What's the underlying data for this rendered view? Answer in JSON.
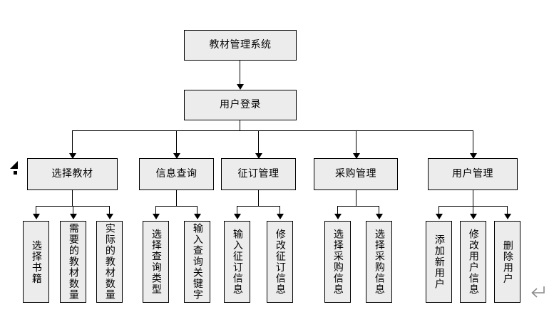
{
  "diagram": {
    "title": "教材管理系统",
    "type": "hierarchical-tree",
    "levels": 4,
    "colors": {
      "node_fill": "#ececec",
      "node_border": "#000000",
      "connector": "#000000",
      "background": "#ffffff",
      "return_symbol": "#8a8a8a"
    },
    "root": {
      "label": "教材管理系统",
      "name": "root-node"
    },
    "login": {
      "label": "用户登录",
      "name": "login-node"
    },
    "modules": [
      {
        "label": "选择教材",
        "name": "module-select-textbook"
      },
      {
        "label": "信息查询",
        "name": "module-information-query"
      },
      {
        "label": "征订管理",
        "name": "module-subscription-management"
      },
      {
        "label": "采购管理",
        "name": "module-procurement-management"
      },
      {
        "label": "用户管理",
        "name": "module-user-management"
      }
    ],
    "leaves": [
      {
        "label": "选择书籍",
        "name": "leaf-select-books",
        "group": 0
      },
      {
        "label": "需要的教材数量",
        "name": "leaf-required-textbook-quantity",
        "group": 0
      },
      {
        "label": "实际的教材数量",
        "name": "leaf-actual-textbook-quantity",
        "group": 0
      },
      {
        "label": "选择查询类型",
        "name": "leaf-select-query-type",
        "group": 1
      },
      {
        "label": "输入查询关键字",
        "name": "leaf-enter-query-keyword",
        "group": 1
      },
      {
        "label": "输入征订信息",
        "name": "leaf-enter-subscription-info",
        "group": 2
      },
      {
        "label": "修改征订信息",
        "name": "leaf-modify-subscription-info",
        "group": 2
      },
      {
        "label": "选择采购信息",
        "name": "leaf-select-procurement-info-1",
        "group": 3
      },
      {
        "label": "选择采购信息",
        "name": "leaf-select-procurement-info-2",
        "group": 3
      },
      {
        "label": "添加新用户",
        "name": "leaf-add-new-user",
        "group": 4
      },
      {
        "label": "修改用户信息",
        "name": "leaf-modify-user-info",
        "group": 4
      },
      {
        "label": "删除用户",
        "name": "leaf-delete-user",
        "group": 4
      }
    ],
    "decorations": {
      "return_symbol": "↵",
      "cursor_marker": "selection-arrow"
    }
  }
}
